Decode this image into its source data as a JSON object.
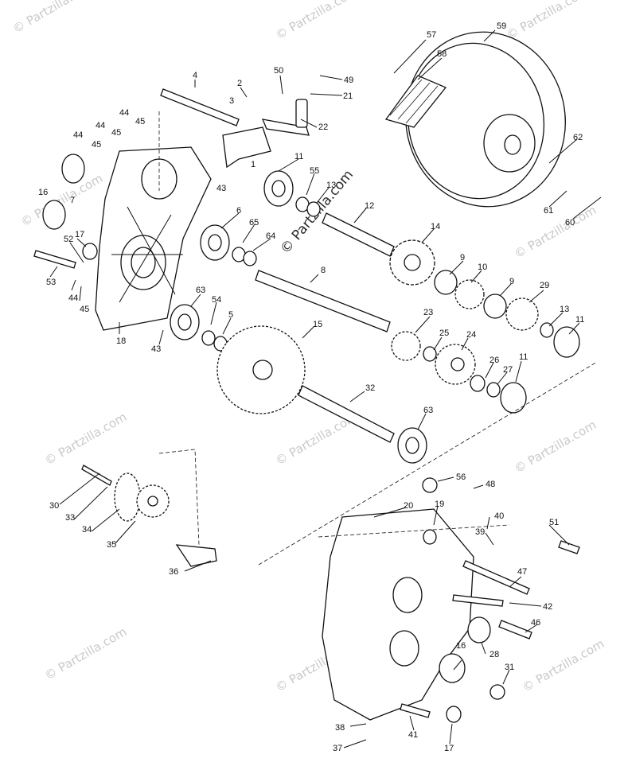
{
  "watermark": {
    "text": "© Partzilla.com",
    "center_text": "© Partzilla.com"
  },
  "callouts": [
    {
      "id": "57",
      "text": "57"
    },
    {
      "id": "59",
      "text": "59"
    },
    {
      "id": "58",
      "text": "58"
    },
    {
      "id": "50",
      "text": "50"
    },
    {
      "id": "49",
      "text": "49"
    },
    {
      "id": "4",
      "text": "4"
    },
    {
      "id": "2",
      "text": "2"
    },
    {
      "id": "3",
      "text": "3"
    },
    {
      "id": "21",
      "text": "21"
    },
    {
      "id": "22",
      "text": "22"
    },
    {
      "id": "44a",
      "text": "44"
    },
    {
      "id": "45a",
      "text": "45"
    },
    {
      "id": "44b",
      "text": "44"
    },
    {
      "id": "45b",
      "text": "45"
    },
    {
      "id": "44c",
      "text": "44"
    },
    {
      "id": "45c",
      "text": "45"
    },
    {
      "id": "1",
      "text": "1"
    },
    {
      "id": "7",
      "text": "7"
    },
    {
      "id": "16a",
      "text": "16"
    },
    {
      "id": "11a",
      "text": "11"
    },
    {
      "id": "55",
      "text": "55"
    },
    {
      "id": "13a",
      "text": "13"
    },
    {
      "id": "43a",
      "text": "43"
    },
    {
      "id": "12",
      "text": "12"
    },
    {
      "id": "62",
      "text": "62"
    },
    {
      "id": "61",
      "text": "61"
    },
    {
      "id": "60",
      "text": "60"
    },
    {
      "id": "6",
      "text": "6"
    },
    {
      "id": "65",
      "text": "65"
    },
    {
      "id": "64",
      "text": "64"
    },
    {
      "id": "14",
      "text": "14"
    },
    {
      "id": "17a",
      "text": "17"
    },
    {
      "id": "52",
      "text": "52"
    },
    {
      "id": "53",
      "text": "53"
    },
    {
      "id": "44d",
      "text": "44"
    },
    {
      "id": "45d",
      "text": "45"
    },
    {
      "id": "9a",
      "text": "9"
    },
    {
      "id": "10",
      "text": "10"
    },
    {
      "id": "9b",
      "text": "9"
    },
    {
      "id": "29",
      "text": "29"
    },
    {
      "id": "8",
      "text": "8"
    },
    {
      "id": "63a",
      "text": "63"
    },
    {
      "id": "54",
      "text": "54"
    },
    {
      "id": "5",
      "text": "5"
    },
    {
      "id": "23",
      "text": "23"
    },
    {
      "id": "13b",
      "text": "13"
    },
    {
      "id": "11b",
      "text": "11"
    },
    {
      "id": "15",
      "text": "15"
    },
    {
      "id": "25",
      "text": "25"
    },
    {
      "id": "24",
      "text": "24"
    },
    {
      "id": "43b",
      "text": "43"
    },
    {
      "id": "18",
      "text": "18"
    },
    {
      "id": "26",
      "text": "26"
    },
    {
      "id": "27",
      "text": "27"
    },
    {
      "id": "11c",
      "text": "11"
    },
    {
      "id": "32",
      "text": "32"
    },
    {
      "id": "63b",
      "text": "63"
    },
    {
      "id": "56",
      "text": "56"
    },
    {
      "id": "48",
      "text": "48"
    },
    {
      "id": "30",
      "text": "30"
    },
    {
      "id": "33",
      "text": "33"
    },
    {
      "id": "34",
      "text": "34"
    },
    {
      "id": "35",
      "text": "35"
    },
    {
      "id": "20",
      "text": "20"
    },
    {
      "id": "19",
      "text": "19"
    },
    {
      "id": "40",
      "text": "40"
    },
    {
      "id": "51",
      "text": "51"
    },
    {
      "id": "39",
      "text": "39"
    },
    {
      "id": "36",
      "text": "36"
    },
    {
      "id": "47",
      "text": "47"
    },
    {
      "id": "42",
      "text": "42"
    },
    {
      "id": "46",
      "text": "46"
    },
    {
      "id": "16b",
      "text": "16"
    },
    {
      "id": "28",
      "text": "28"
    },
    {
      "id": "31",
      "text": "31"
    },
    {
      "id": "38",
      "text": "38"
    },
    {
      "id": "41",
      "text": "41"
    },
    {
      "id": "17b",
      "text": "17"
    },
    {
      "id": "37",
      "text": "37"
    }
  ]
}
